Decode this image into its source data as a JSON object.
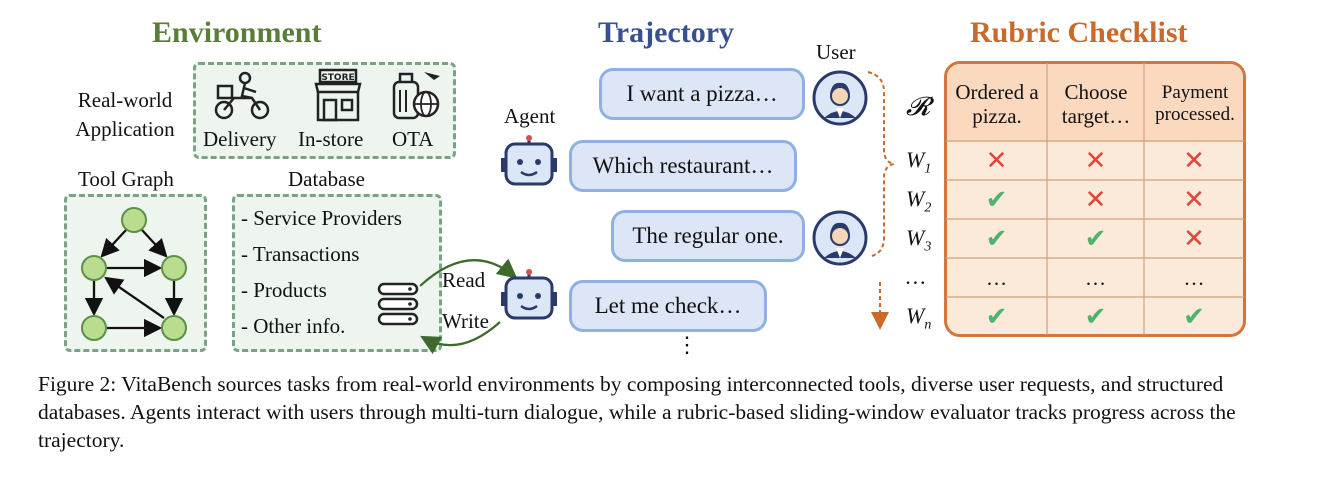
{
  "titles": {
    "environment": "Environment",
    "trajectory": "Trajectory",
    "rubric": "Rubric Checklist"
  },
  "colors": {
    "environment": "#5a7d3c",
    "trajectory": "#37508f",
    "rubric": "#c96a2a"
  },
  "environment": {
    "real_world_label": "Real-world Application",
    "apps": [
      "Delivery",
      "In-store",
      "OTA"
    ],
    "store_sign": "STORE",
    "tool_graph_label": "Tool Graph",
    "database_label": "Database",
    "database_items": [
      "- Service Providers",
      "- Transactions",
      "- Products",
      "- Other info."
    ],
    "read": "Read",
    "write": "Write"
  },
  "trajectory": {
    "agent_label": "Agent",
    "user_label": "User",
    "messages": [
      "I want a pizza…",
      "Which restaurant…",
      "The regular one.",
      "Let me check…"
    ],
    "more": "⋮"
  },
  "rubric": {
    "r_symbol": "𝓡",
    "headers": [
      "Ordered a pizza.",
      "Choose target…",
      "Payment processed."
    ],
    "rows": [
      {
        "label": "W",
        "sub": "1",
        "marks": [
          "x",
          "x",
          "x"
        ]
      },
      {
        "label": "W",
        "sub": "2",
        "marks": [
          "check",
          "x",
          "x"
        ]
      },
      {
        "label": "W",
        "sub": "3",
        "marks": [
          "check",
          "check",
          "x"
        ]
      },
      {
        "label": "…",
        "sub": "",
        "marks": [
          "…",
          "…",
          "…"
        ]
      },
      {
        "label": "W",
        "sub": "n",
        "marks": [
          "check",
          "check",
          "check"
        ]
      }
    ]
  },
  "caption": "Figure 2: VitaBench sources tasks from real-world environments by composing interconnected tools, diverse user requests, and structured databases. Agents interact with users through multi-turn dialogue, while a rubric-based sliding-window evaluator tracks progress across the trajectory."
}
